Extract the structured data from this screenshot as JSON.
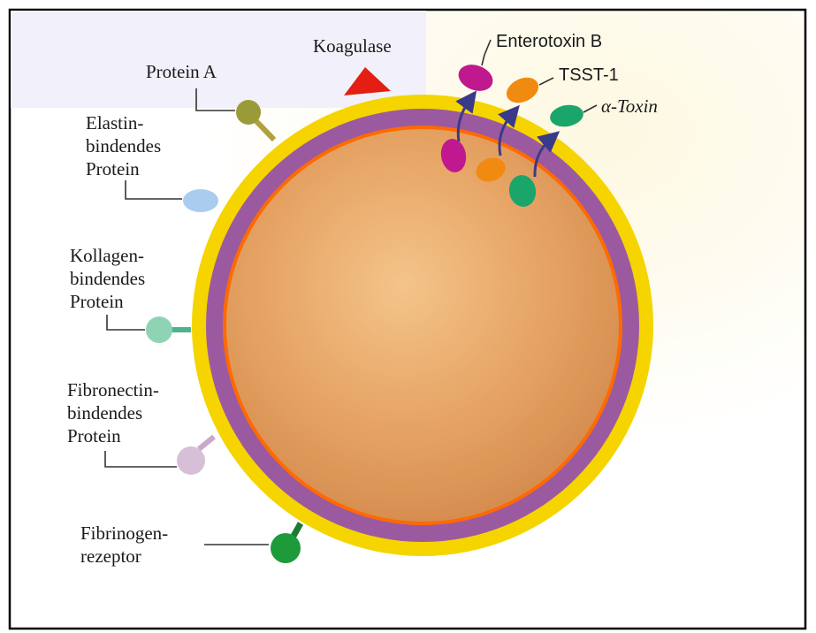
{
  "labels": {
    "koagulase": "Koagulase",
    "protein_a": "Protein A",
    "elastin": [
      "Elastin-",
      "bindendes",
      "Protein"
    ],
    "kollagen": [
      "Kollagen-",
      "bindendes",
      "Protein"
    ],
    "fibronectin": [
      "Fibronectin-",
      "bindendes",
      "Protein"
    ],
    "fibrinogen": [
      "Fibrinogen-",
      "rezeptor"
    ],
    "enterotoxin": "Enterotoxin B",
    "tsst": "TSST-1",
    "alpha_toxin": "α-Toxin"
  },
  "colors": {
    "cell_wall": "#f5d400",
    "membrane": "#9b5aa0",
    "inner_line": "#ff6a00",
    "cytoplasm": "#e6a464",
    "koagulase": "#e41e12",
    "protein_a": "#9a9a38",
    "elastin_protein": "#a9ccef",
    "kollagen_protein": "#8fd3b4",
    "fibronectin_protein": "#d7bfd8",
    "fibrinogen_receptor": "#1d9a3a",
    "enterotoxin": "#c0188e",
    "tsst": "#f08a10",
    "alpha_toxin": "#1aa66b",
    "arrow": "#3a3a8a"
  }
}
